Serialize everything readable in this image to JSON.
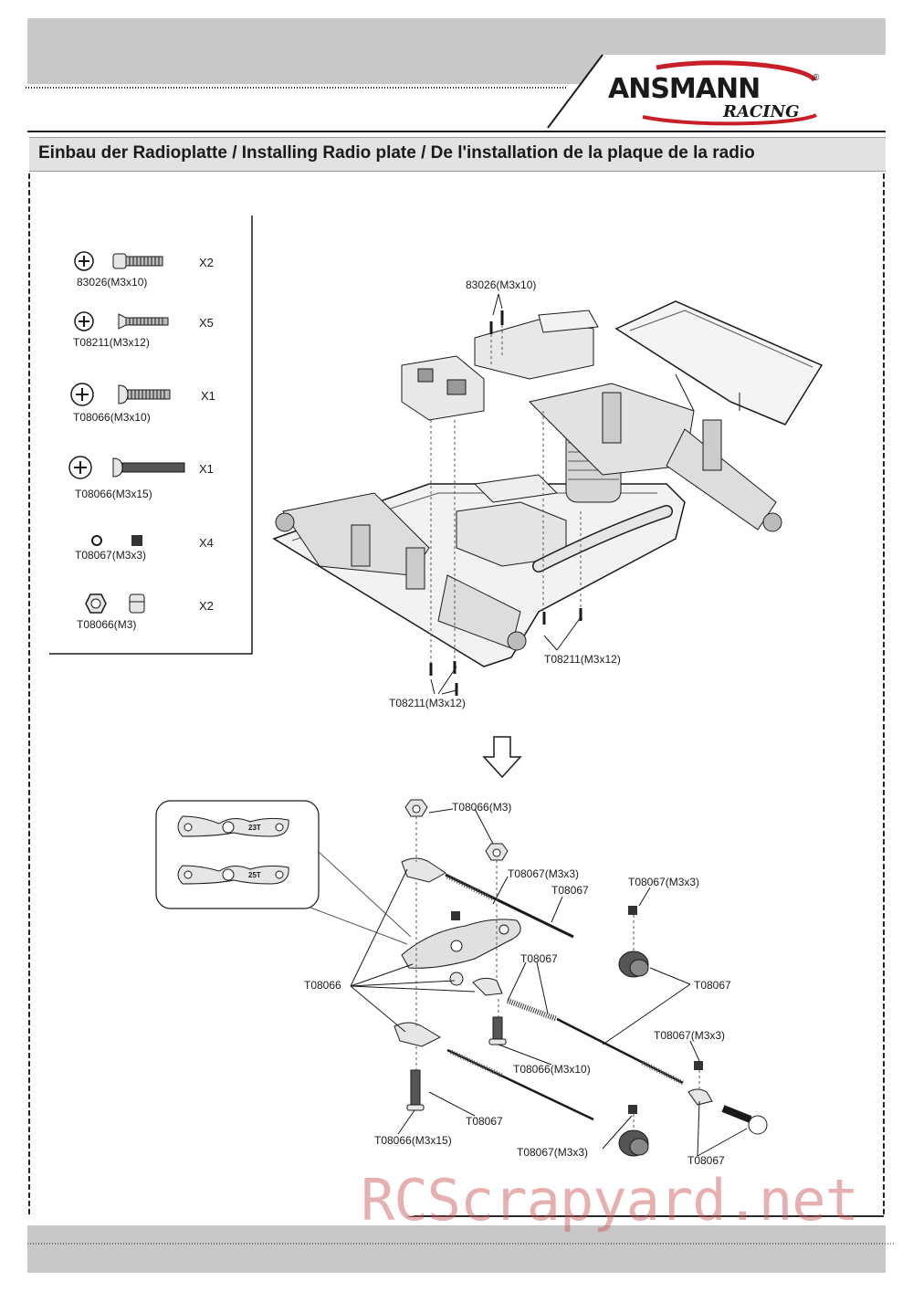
{
  "brand": {
    "name": "ANSMANN",
    "sub": "RACING",
    "reg": "®"
  },
  "title": "Einbau der Radioplatte / Installing Radio plate / De l'installation de la plaque de la radio",
  "parts": [
    {
      "code": "83026(M3x10)",
      "qty": "X2"
    },
    {
      "code": "T08211(M3x12)",
      "qty": "X5"
    },
    {
      "code": "T08066(M3x10)",
      "qty": "X1"
    },
    {
      "code": "T08066(M3x15)",
      "qty": "X1"
    },
    {
      "code": "T08067(M3x3)",
      "qty": "X4"
    },
    {
      "code": "T08066(M3)",
      "qty": "X2"
    }
  ],
  "upper_callouts": {
    "screw_top": "83026(M3x10)",
    "screw_right": "T08211(M3x12)",
    "screw_bottom": "T08211(M3x12)"
  },
  "inset": {
    "arm_a": "23T",
    "arm_b": "25T"
  },
  "lower_callouts": {
    "nut_top": "T08066(M3)",
    "set_screw_a": "T08067(M3x3)",
    "rod_a": "T08067",
    "set_screw_b": "T08067(M3x3)",
    "saver_group": "T08066",
    "rod_b": "T08067",
    "collar_group": "T08067",
    "set_screw_c": "T08067(M3x3)",
    "screw_m3x10": "T08066(M3x10)",
    "rod_c": "T08067",
    "screw_m3x15": "T08066(M3x15)",
    "set_screw_d": "T08067(M3x3)",
    "ball_group": "T08067"
  },
  "watermark": "RCScrapyard.net"
}
